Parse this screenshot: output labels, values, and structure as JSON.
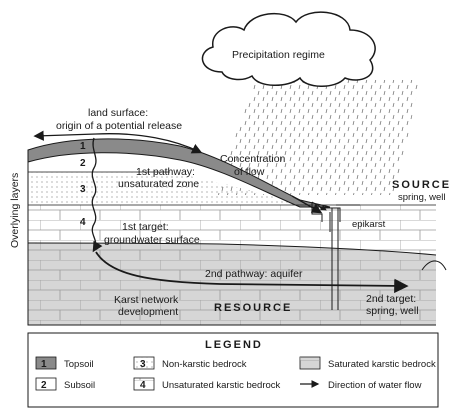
{
  "cloud": {
    "label": "Precipitation regime"
  },
  "labels": {
    "land_surface_1": "land surface:",
    "land_surface_2": "origin of a potential release",
    "overlying_layers": "Overlying layers",
    "concentration_1": "Concentration",
    "concentration_2": "of flow",
    "source_title": "SOURCE",
    "source_sub": "spring, well",
    "epikarst": "epikarst",
    "pathway1_1": "1st pathway:",
    "pathway1_2": "unsaturated zone",
    "target1_1": "1st target:",
    "target1_2": "groundwater surface",
    "pathway2": "2nd pathway: aquifer",
    "karst_1": "Karst network",
    "karst_2": "development",
    "resource": "RESOURCE",
    "target2_1": "2nd target:",
    "target2_2": "spring, well"
  },
  "layer_numbers": [
    "1",
    "2",
    "3",
    "4"
  ],
  "legend": {
    "title": "LEGEND",
    "items": [
      {
        "num": "1",
        "label": "Topsoil",
        "swatch": "topsoil"
      },
      {
        "num": "2",
        "label": "Subsoil",
        "swatch": "subsoil"
      },
      {
        "num": "3",
        "label": "Non-karstic bedrock",
        "swatch": "nonkarst"
      },
      {
        "num": "4",
        "label": "Unsaturated karstic bedrock",
        "swatch": "unsat"
      },
      {
        "num": "",
        "label": "Saturated karstic bedrock",
        "swatch": "sat"
      },
      {
        "num": "",
        "label": "Direction of water flow",
        "swatch": "arrow"
      }
    ]
  },
  "colors": {
    "topsoil": "#8a8a8a",
    "saturated": "#d6d6d6",
    "line": "#1a1a1a",
    "grid": "#9a9a9a"
  }
}
